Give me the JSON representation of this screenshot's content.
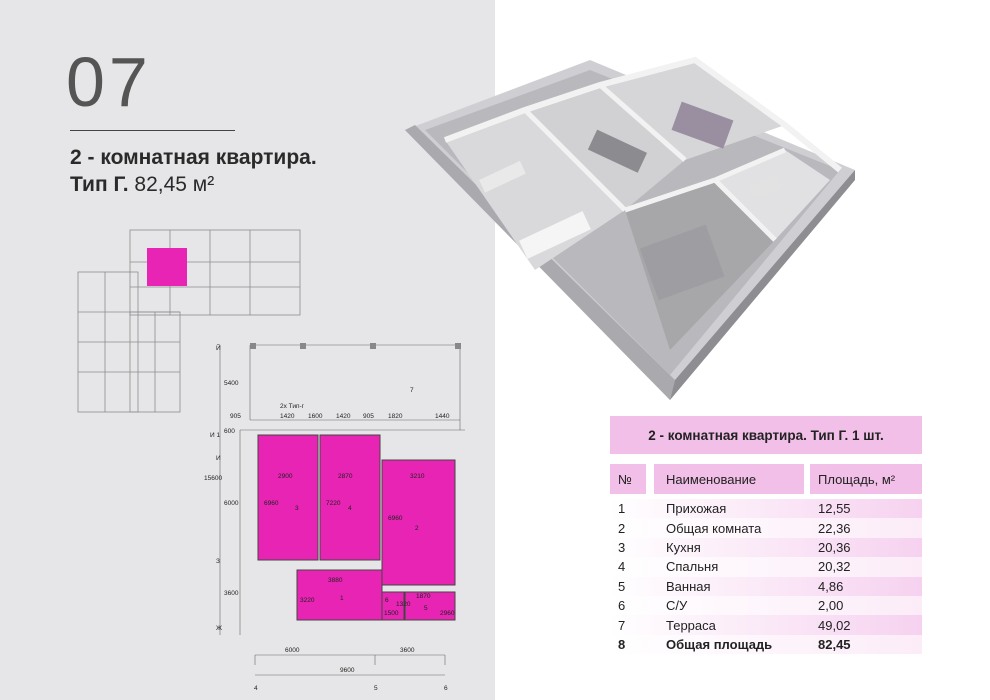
{
  "header": {
    "apartment_number": "07",
    "title_line1": "2 - комнатная квартира.",
    "title_line2_bold": "Тип Г.",
    "title_line2_area": "82,45 м²"
  },
  "floor_plan": {
    "top_dims": [
      "905",
      "1420",
      "1600",
      "1420",
      "905",
      "1820",
      "1440"
    ],
    "window_label": "2х  Тип-г",
    "bottom_dims": [
      "6000",
      "3600"
    ],
    "bottom_total": "9600",
    "left_dims": [
      "5400",
      "600",
      "6000",
      "3600"
    ],
    "left_total": "15600",
    "axes_left": [
      "Й",
      "И 1",
      "И",
      "З",
      "Ж"
    ],
    "axes_bottom": [
      "4",
      "5",
      "6"
    ],
    "room_dims": [
      "2900",
      "2870",
      "3210",
      "6960",
      "7220",
      "6960",
      "3880",
      "1870",
      "3220",
      "1500",
      "1320",
      "2960"
    ],
    "room_numbers": [
      "1",
      "2",
      "3",
      "4",
      "5",
      "6",
      "7"
    ]
  },
  "table": {
    "title": "2 - комнатная квартира. Тип Г. 1 шт.",
    "columns": [
      "№",
      "Наименование",
      "Площадь, м²"
    ],
    "rows": [
      {
        "n": "1",
        "name": "Прихожая",
        "area": "12,55"
      },
      {
        "n": "2",
        "name": "Общая комната",
        "area": "22,36"
      },
      {
        "n": "3",
        "name": "Кухня",
        "area": "20,36"
      },
      {
        "n": "4",
        "name": "Спальня",
        "area": "20,32"
      },
      {
        "n": "5",
        "name": "Ванная",
        "area": "4,86"
      },
      {
        "n": "6",
        "name": "С/У",
        "area": "2,00"
      },
      {
        "n": "7",
        "name": "Терраса",
        "area": "49,02"
      },
      {
        "n": "8",
        "name": "Общая площадь",
        "area": "82,45"
      }
    ]
  },
  "colors": {
    "accent_magenta": "#e724b4",
    "table_pink": "#f1bfe7",
    "left_panel_gray": "#e6e6e8"
  }
}
